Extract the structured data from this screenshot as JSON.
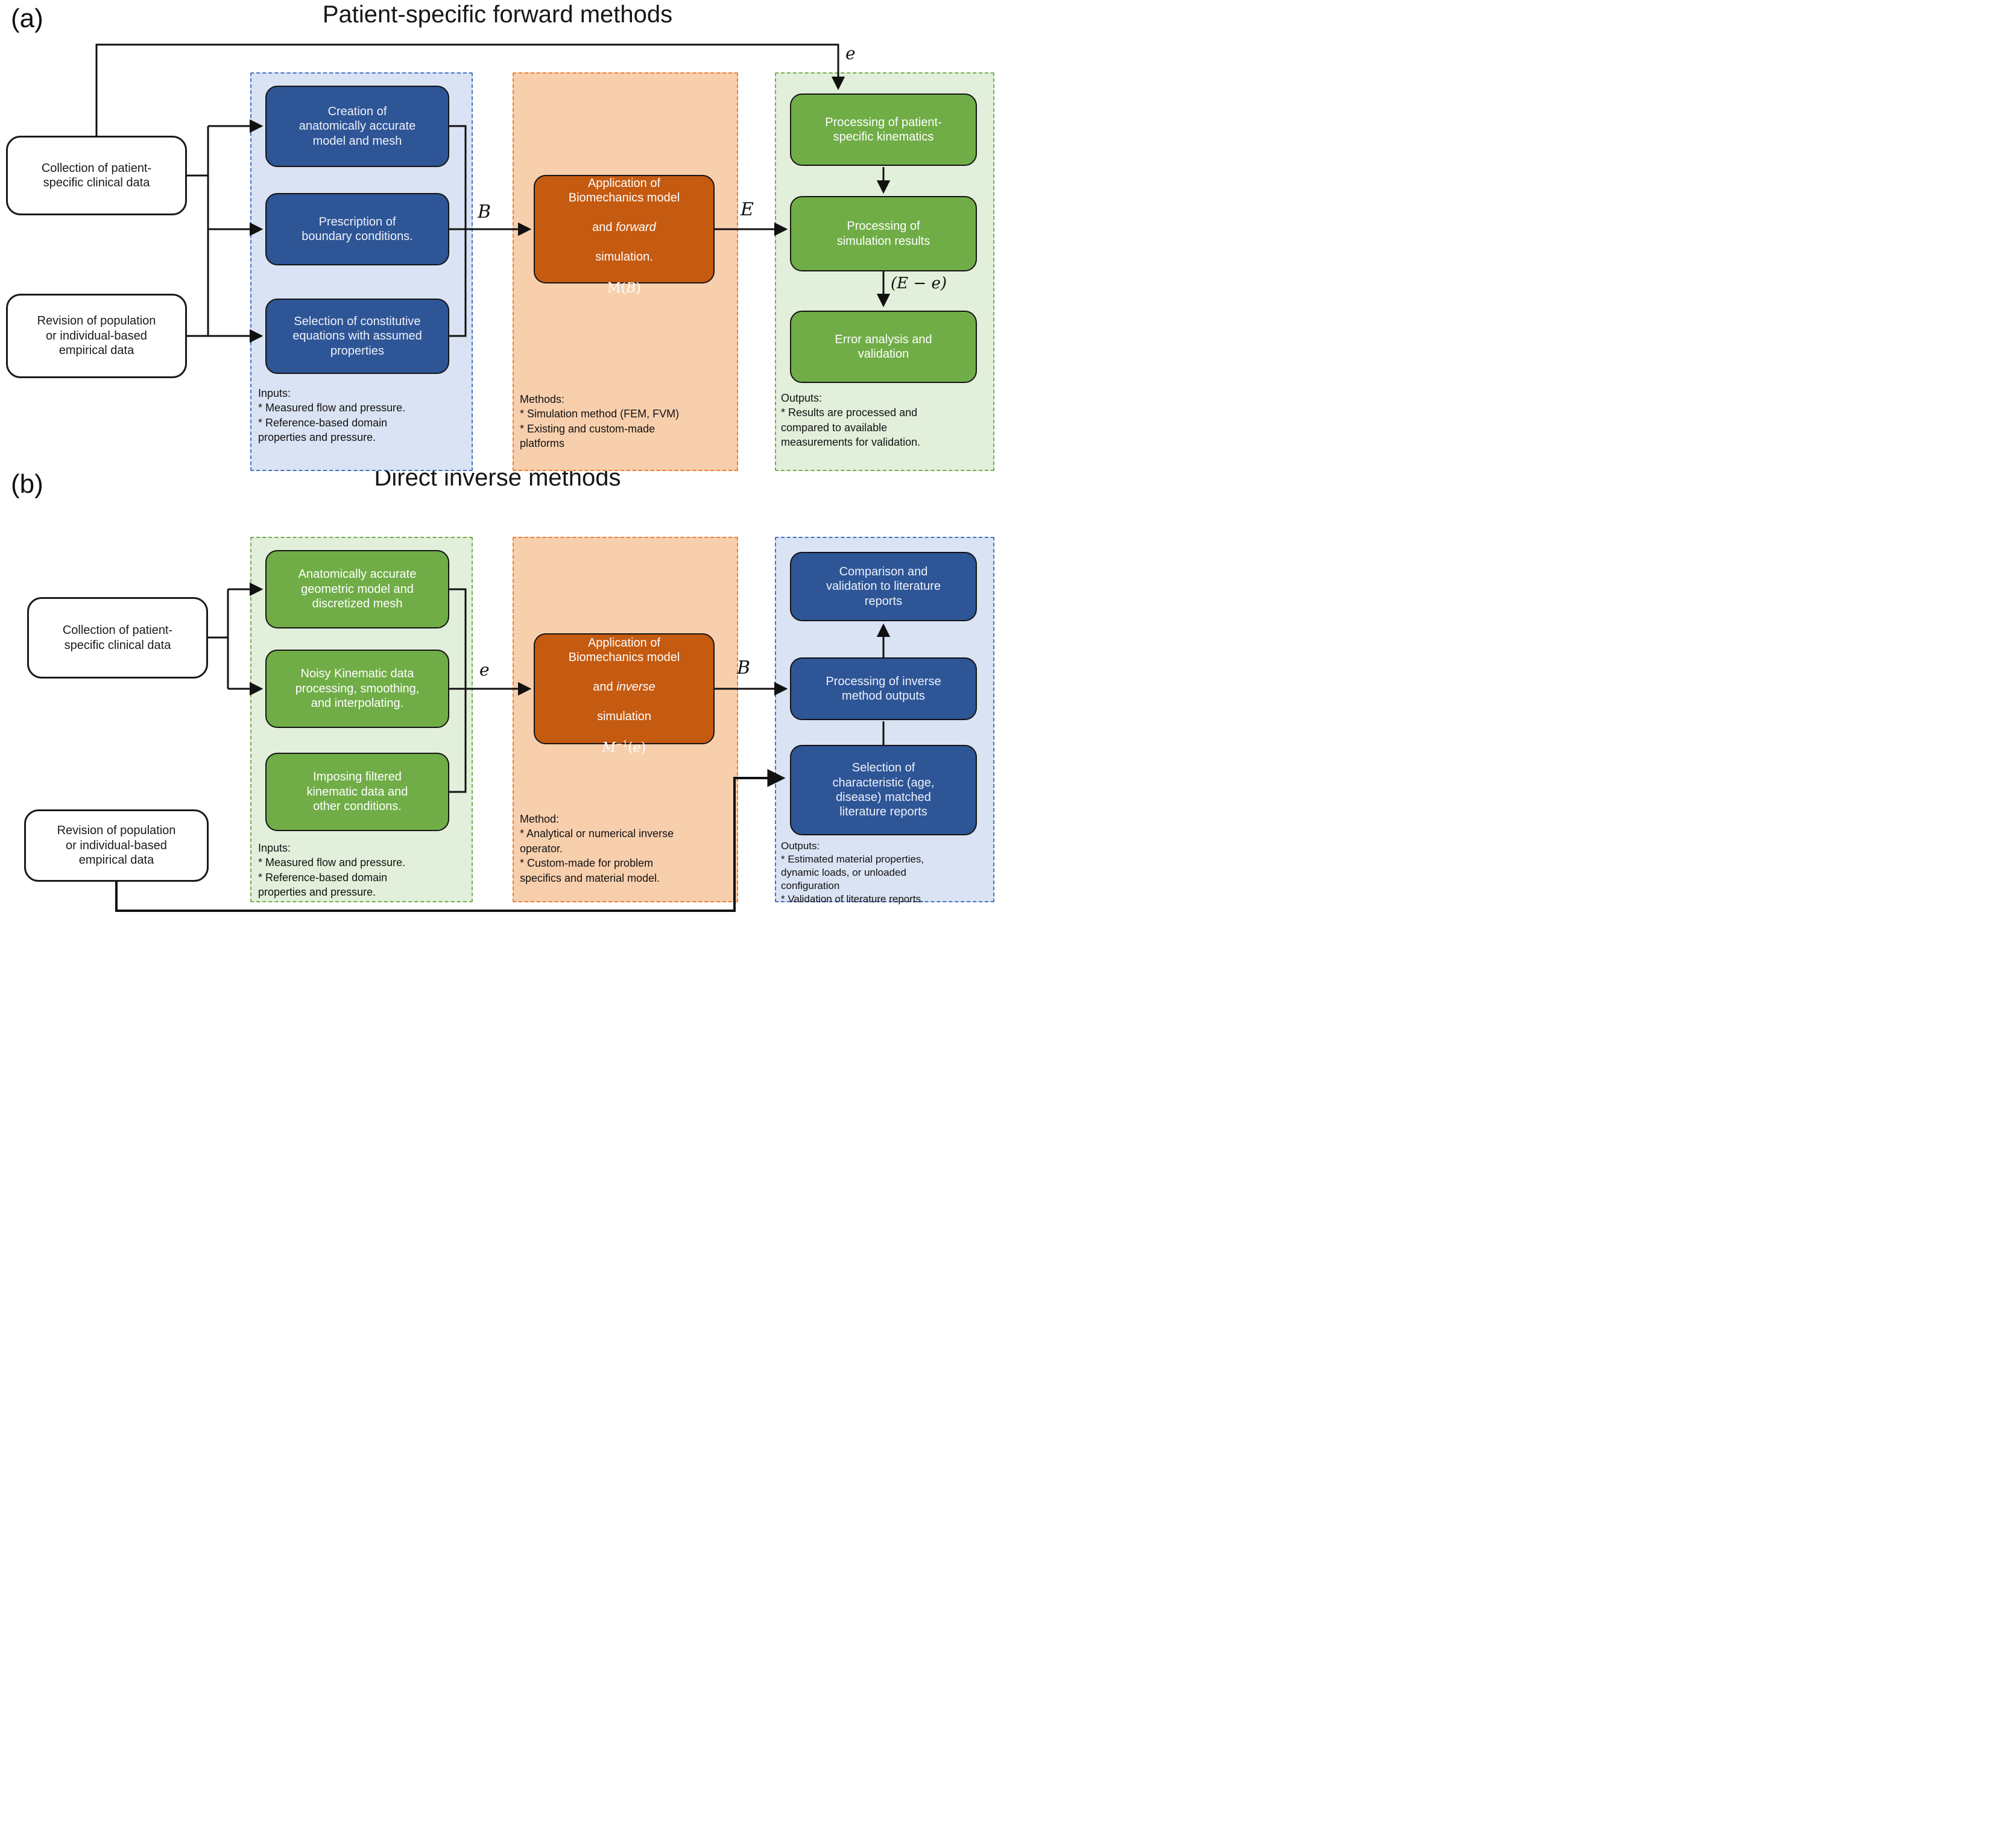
{
  "colors": {
    "dark_blue_box": "#2e5596",
    "light_blue_panel": "#dae3f3",
    "blue_dash_border": "#4472c4",
    "dark_orange_box": "#c55a11",
    "light_orange_panel": "#f8cfad",
    "orange_dash_border": "#ed7d31",
    "green_box": "#70ad47",
    "light_green_panel": "#e2efda",
    "green_dash_border": "#74ad4c",
    "line_color": "#111111"
  },
  "a": {
    "tag": "(a)",
    "title": "Patient-specific forward methods",
    "collection": "Collection of patient-\nspecific clinical data",
    "revision": "Revision of population\nor individual-based\nempirical data",
    "inputs": {
      "box1": "Creation of\nanatomically accurate\nmodel and mesh",
      "box2": "Prescription of\nboundary conditions.",
      "box3": "Selection of constitutive\nequations with assumed\nproperties",
      "note": "Inputs:\n* Measured flow and pressure.\n* Reference-based domain\nproperties and pressure."
    },
    "model": {
      "top": "Application of\nBiomechanics model",
      "and_word": "and",
      "italic_word": "forward",
      "bottom": "simulation.",
      "formula": {
        "base": "M",
        "sup": "",
        "open": "(",
        "arg": "B",
        "close": ")"
      },
      "note": "Methods:\n* Simulation method (FEM, FVM)\n* Existing and custom-made\nplatforms"
    },
    "outputs": {
      "box1": "Processing of patient-\nspecific kinematics",
      "box2": "Processing of\nsimulation results",
      "box3": "Error analysis and\nvalidation",
      "note": "Outputs:\n* Results are processed and\ncompared to available\nmeasurements for validation."
    },
    "labels": {
      "e_top": "e",
      "B": "B",
      "E": "E",
      "err": "(E − e)"
    }
  },
  "b": {
    "tag": "(b)",
    "title": "Direct inverse methods",
    "collection": "Collection of patient-\nspecific clinical data",
    "revision": "Revision of population\nor individual-based\nempirical data",
    "inputs": {
      "box1": "Anatomically accurate\ngeometric model and\ndiscretized mesh",
      "box2": "Noisy Kinematic data\nprocessing, smoothing,\nand interpolating.",
      "box3": "Imposing filtered\nkinematic data and\nother conditions.",
      "note": "Inputs:\n* Measured flow and pressure.\n* Reference-based domain\nproperties and pressure."
    },
    "model": {
      "top": "Application of\nBiomechanics model",
      "and_word": "and",
      "italic_word": "inverse",
      "bottom": "simulation",
      "formula": {
        "base": "M",
        "sup": "−1",
        "open": "(",
        "arg": "e",
        "close": ")"
      },
      "note": "Method:\n* Analytical or numerical inverse\noperator.\n* Custom-made for problem\nspecifics and material model."
    },
    "outputs": {
      "box1": "Comparison and\nvalidation to literature\nreports",
      "box2": "Processing of inverse\nmethod outputs",
      "box3": "Selection of\ncharacteristic (age,\ndisease) matched\nliterature reports",
      "note": "Outputs:\n* Estimated material properties,\ndynamic loads, or unloaded\nconfiguration\n* Validation of literature reports."
    },
    "labels": {
      "e": "e",
      "B": "B"
    }
  }
}
